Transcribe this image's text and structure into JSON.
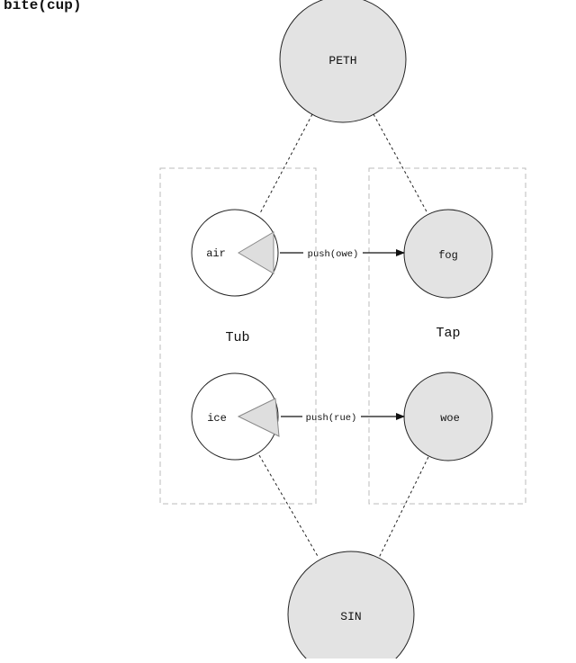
{
  "header": {
    "label": "bite(cup)"
  },
  "nodes": {
    "peth": "PETH",
    "sin": "SIN",
    "air": "air",
    "ice": "ice",
    "fog": "fog",
    "woe": "woe"
  },
  "groups": {
    "left": "Tub",
    "right": "Tap"
  },
  "edges": {
    "top": "push(owe)",
    "bottom": "push(rue)"
  },
  "colors": {
    "node_fill": "#e3e3e3",
    "white_fill": "#ffffff",
    "stroke": "#222222",
    "group_border": "#bbbbbb",
    "wedge_fill": "#dedede"
  }
}
